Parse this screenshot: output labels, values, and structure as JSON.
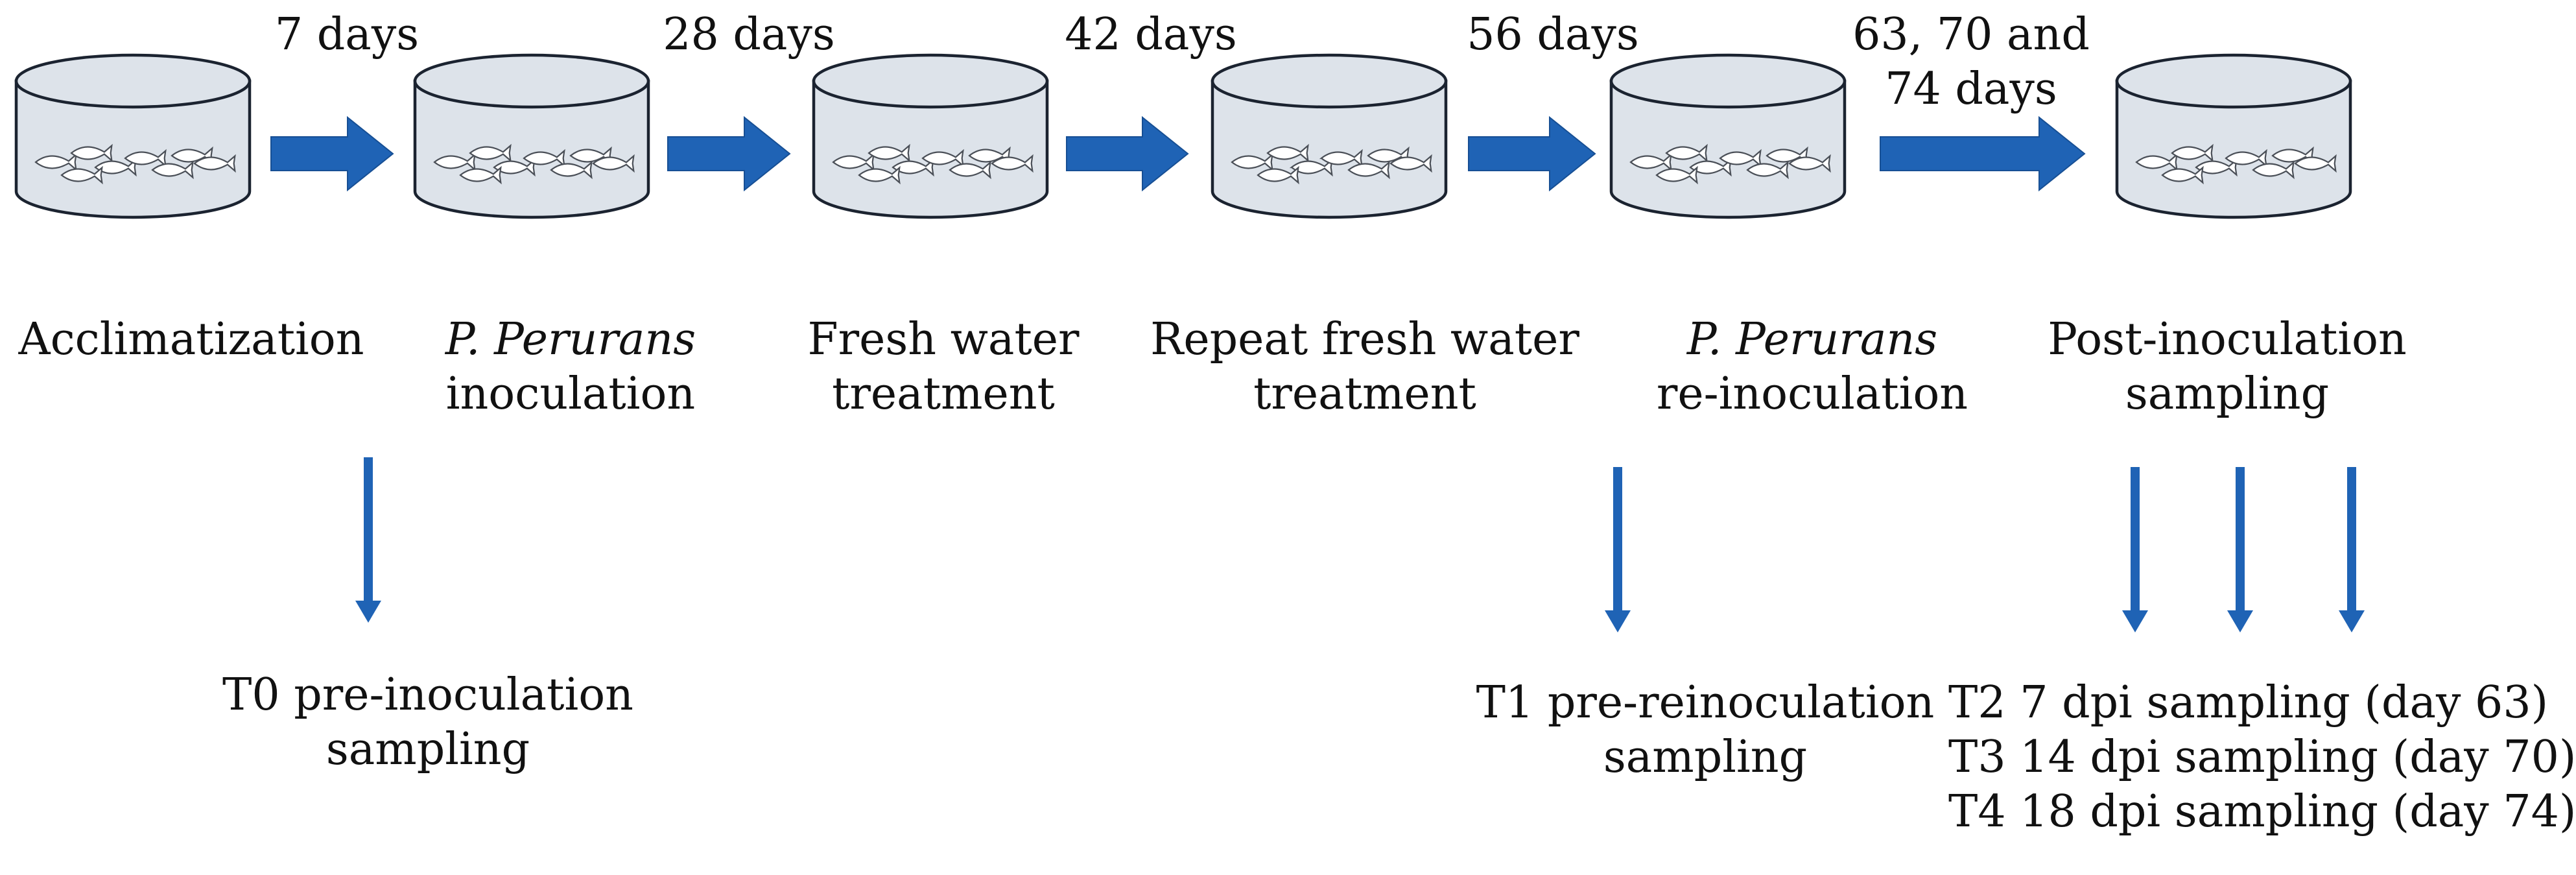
{
  "colors": {
    "arrow": "#1f63b5",
    "tank_fill": "#dde3ea",
    "tank_stroke": "#1b2330",
    "fish_stroke": "#4a4f57",
    "text": "#111111"
  },
  "icons": [
    "tank-with-fish-icon",
    "right-arrow-icon",
    "down-arrow-icon"
  ],
  "intervals": [
    {
      "label_lines": [
        "7 days"
      ]
    },
    {
      "label_lines": [
        "28 days"
      ]
    },
    {
      "label_lines": [
        "42 days"
      ]
    },
    {
      "label_lines": [
        "56 days"
      ]
    },
    {
      "label_lines": [
        "63, 70 and",
        "74 days"
      ]
    }
  ],
  "stages": [
    {
      "lines": [
        [
          {
            "text": "Acclimatization"
          }
        ]
      ]
    },
    {
      "lines": [
        [
          {
            "text": "P. Perurans",
            "italic": true
          }
        ],
        [
          {
            "text": "inoculation"
          }
        ]
      ]
    },
    {
      "lines": [
        [
          {
            "text": "Fresh water"
          }
        ],
        [
          {
            "text": "treatment"
          }
        ]
      ]
    },
    {
      "lines": [
        [
          {
            "text": "Repeat fresh water"
          }
        ],
        [
          {
            "text": "treatment"
          }
        ]
      ]
    },
    {
      "lines": [
        [
          {
            "text": "P. Perurans",
            "italic": true
          }
        ],
        [
          {
            "text": "re-inoculation"
          }
        ]
      ]
    },
    {
      "lines": [
        [
          {
            "text": "Post-inoculation"
          }
        ],
        [
          {
            "text": "sampling"
          }
        ]
      ]
    }
  ],
  "samplings": [
    {
      "lines": [
        "T0 pre-inoculation",
        "sampling"
      ]
    },
    {
      "lines": [
        "T1 pre-reinoculation",
        "sampling"
      ]
    },
    {
      "lines": [
        "T2 7 dpi sampling (day 63)",
        "T3 14 dpi sampling (day 70)",
        "T4 18 dpi sampling (day 74)"
      ]
    }
  ]
}
